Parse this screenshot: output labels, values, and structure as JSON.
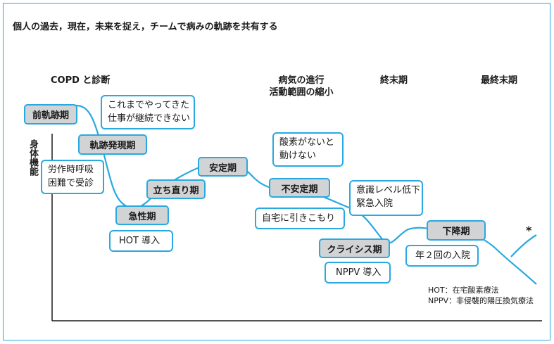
{
  "title": "個人の過去，現在，未来を捉え，チームで病みの軌跡を共有する",
  "phases": {
    "diagnosis": "COPD と診断",
    "progression_1": "病気の進行",
    "progression_2": "活動範囲の縮小",
    "terminal": "終末期",
    "final": "最終末期"
  },
  "y_axis_label": "身体機能",
  "stages": {
    "pre_trajectory": "前軌跡期",
    "trajectory_onset": "軌跡発現期",
    "acute": "急性期",
    "comeback": "立ち直り期",
    "stable": "安定期",
    "unstable": "不安定期",
    "crisis": "クライシス期",
    "downward": "下降期"
  },
  "notes": {
    "work_line1": "これまでやってきた",
    "work_line2": "仕事が継続できない",
    "dyspnea_line1": "労作時呼吸",
    "dyspnea_line2": "困難で受診",
    "hot": "HOT 導入",
    "no_oxygen_line1": "酸素がないと",
    "no_oxygen_line2": "動けない",
    "homebound": "自宅に引きこもり",
    "consciousness_line1": "意識レベル低下",
    "consciousness_line2": "緊急入院",
    "nppv": "NPPV 導入",
    "twice": "年２回の入院"
  },
  "asterisk": "*",
  "legend": {
    "hot": "HOT：在宅酸素療法",
    "nppv": "NPPV：非侵襲的陽圧換気療法"
  },
  "colors": {
    "accent": "#29a9e0",
    "stage_fill": "#d2d3d5",
    "axis": "#1a1a1a"
  }
}
